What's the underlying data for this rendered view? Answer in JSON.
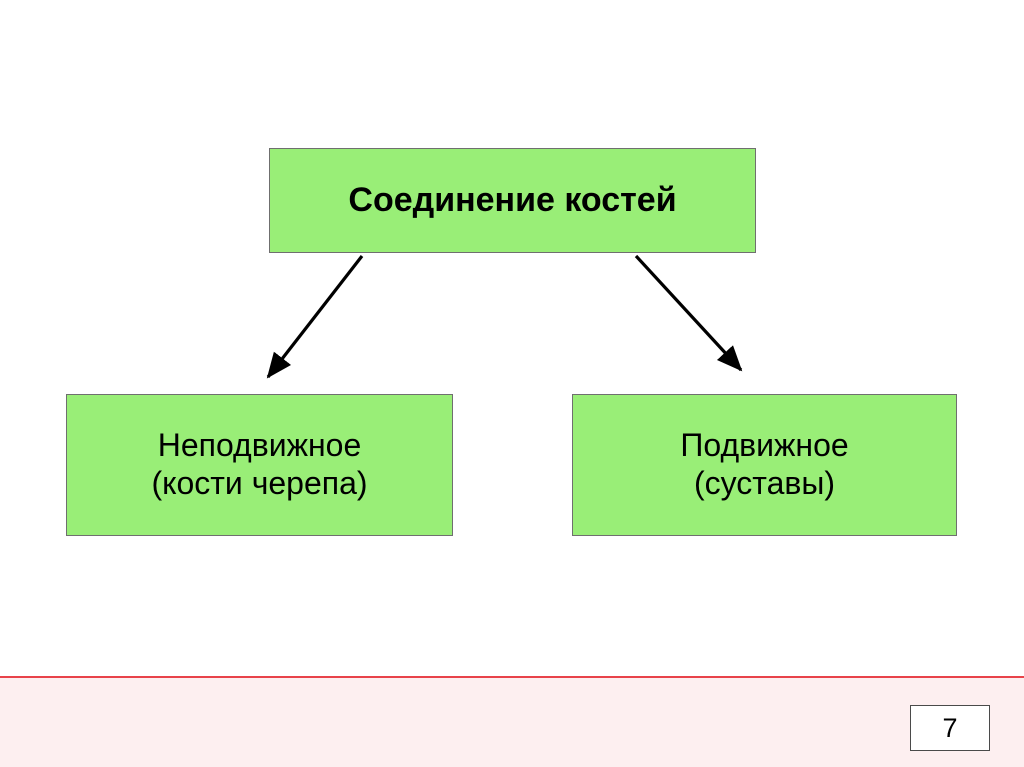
{
  "slide": {
    "background_color": "#ffffff",
    "page_number": "7"
  },
  "diagram": {
    "type": "tree",
    "node_fill_color": "#99ee77",
    "node_border_color": "#6f6f6f",
    "arrow_color": "#000000",
    "root": {
      "label": "Соединение костей"
    },
    "children": [
      {
        "label_line1": "Неподвижное",
        "label_line2": "(кости черепа)"
      },
      {
        "label_line1": "Подвижное",
        "label_line2": "(суставы)"
      }
    ]
  },
  "footer": {
    "band_color": "#fdeff0",
    "rule_color": "#e8434a",
    "page_label": "7"
  }
}
